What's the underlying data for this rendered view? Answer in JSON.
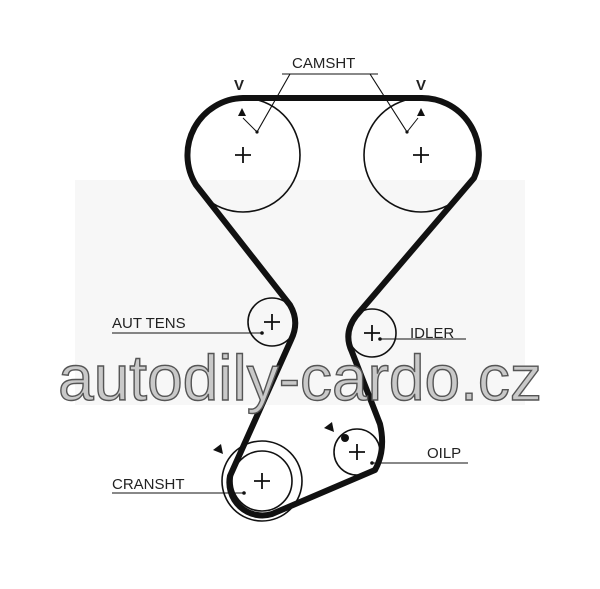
{
  "labels": {
    "camshaft": "CAMSHT",
    "auto_tensioner": "AUT TENS",
    "idler": "IDLER",
    "oil_pump": "OILP",
    "crankshaft": "CRANSHT",
    "timing_mark_left": "V",
    "timing_mark_right": "V"
  },
  "watermark": "autodily-cardo.cz"
}
